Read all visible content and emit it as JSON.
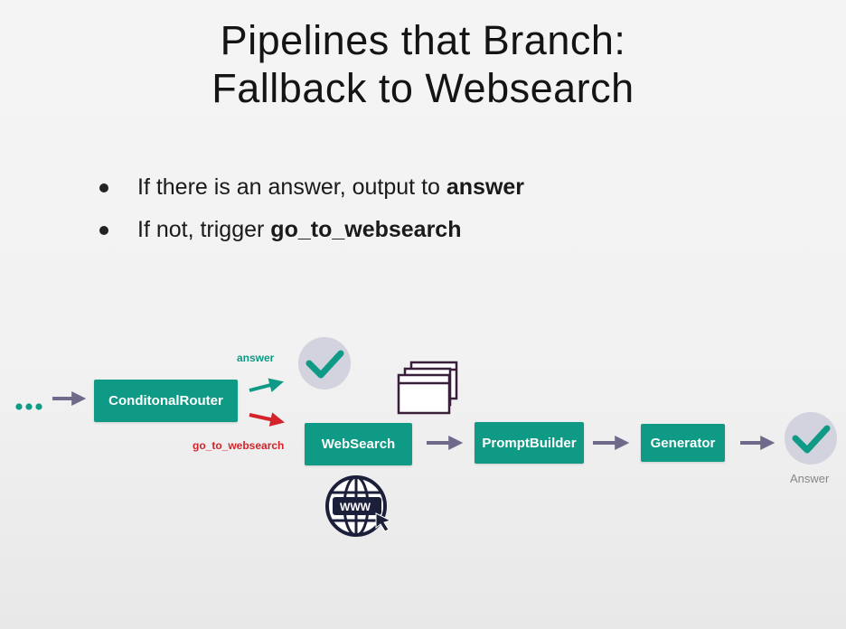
{
  "title": {
    "line1": "Pipelines that Branch:",
    "line2": "Fallback to Websearch"
  },
  "bullets": [
    {
      "text": "If there is an answer, output to ",
      "bold": "answer"
    },
    {
      "text": "If not, trigger ",
      "bold": "go_to_websearch"
    }
  ],
  "diagram": {
    "nodes": {
      "router": "ConditonalRouter",
      "websearch": "WebSearch",
      "prompt_builder": "PromptBuilder",
      "generator": "Generator"
    },
    "edge_labels": {
      "answer": "answer",
      "go_to_websearch": "go_to_websearch"
    },
    "final_label": "Answer",
    "globe_text": "WWW",
    "colors": {
      "node": "#0f9a85",
      "arrow": "#6f6a8a",
      "answer_arrow": "#0f9a85",
      "fallback_arrow": "#d3242b",
      "check_circle": "#d3d3df",
      "dots": "#0f9a85",
      "window_icon": "#3a1f3a"
    },
    "icons": [
      "ellipsis-icon",
      "check-icon",
      "browser-windows-icon",
      "globe-www-icon",
      "cursor-icon"
    ]
  }
}
